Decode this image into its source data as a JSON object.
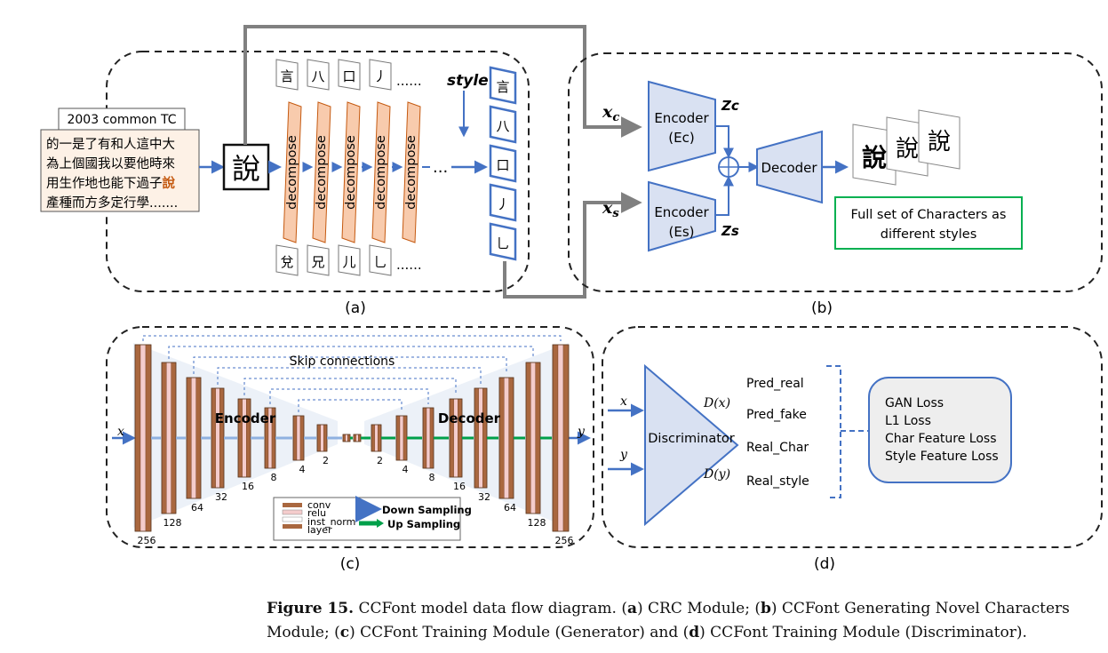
{
  "panel_a": {
    "label": "(a)",
    "box_title": "2003 common TC",
    "text_line1": "的一是了有和人這中大",
    "text_line2": "為上個國我以要他時來",
    "text_line3": "用生作地也能下過子",
    "text_line3_highlight": "說",
    "text_line4": "產種而方多定行學.......",
    "input_char": "說",
    "decompose_label": "decompose",
    "top_components": [
      "言",
      "八",
      "口",
      "丿"
    ],
    "bottom_components": [
      "兌",
      "兄",
      "儿",
      "乚"
    ],
    "ellipsis_top": "......",
    "ellipsis_mid": "...",
    "ellipsis_bottom": "......",
    "style_label": "style",
    "style_components": [
      "言",
      "八",
      "口",
      "丿",
      "乚"
    ]
  },
  "panel_b": {
    "label": "(b)",
    "xc": "x",
    "xc_sub": "c",
    "xs": "x",
    "xs_sub": "s",
    "encoder_c_line1": "Encoder",
    "encoder_c_line2": "(Ec)",
    "encoder_s_line1": "Encoder",
    "encoder_s_line2": "(Es)",
    "zc": "Zc",
    "zs": "Zs",
    "plus": "+",
    "decoder": "Decoder",
    "output_char": "說",
    "result_line1": "Full set of Characters as",
    "result_line2": "different styles"
  },
  "panel_c": {
    "label": "(c)",
    "skip": "Skip connections",
    "encoder": "Encoder",
    "decoder": "Decoder",
    "x": "x",
    "y": "y",
    "enc_sizes": [
      "256",
      "128",
      "64",
      "32",
      "16",
      "8",
      "4",
      "2"
    ],
    "dec_sizes": [
      "2",
      "4",
      "8",
      "16",
      "32",
      "64",
      "128",
      "256"
    ],
    "legend_conv": "conv",
    "legend_relu": "relu",
    "legend_inst": "inst_norm",
    "legend_layer": "layer",
    "legend_down": "Down Sampling",
    "legend_up": "Up Sampling"
  },
  "panel_d": {
    "label": "(d)",
    "x": "x",
    "y": "y",
    "discriminator": "Discriminator",
    "dx": "D(x)",
    "dy": "D(y)",
    "preds": [
      "Pred_real",
      "Pred_fake",
      "Real_Char",
      "Real_style"
    ],
    "losses": [
      "GAN Loss",
      "L1 Loss",
      "Char Feature Loss",
      "Style Feature Loss"
    ]
  },
  "caption": {
    "figure_label": "Figure 15.",
    "text_1": " CCFont model data flow diagram. (",
    "a": "a",
    "text_2": ") CRC Module; (",
    "b": "b",
    "text_3": ") CCFont Generating Novel Characters Module; (",
    "c": "c",
    "text_4": ") CCFont Training Module (Generator) and (",
    "d": "d",
    "text_5": ") CCFont Training Module (Discriminator)."
  },
  "colors": {
    "accent_blue": "#4472c4",
    "module_fill": "#d9e1f2",
    "decompose_fill": "#f8cbad",
    "decompose_stroke": "#c55a11",
    "highlight": "#c55a11",
    "result_green": "#00b050",
    "up_arrow": "#00a04a"
  }
}
